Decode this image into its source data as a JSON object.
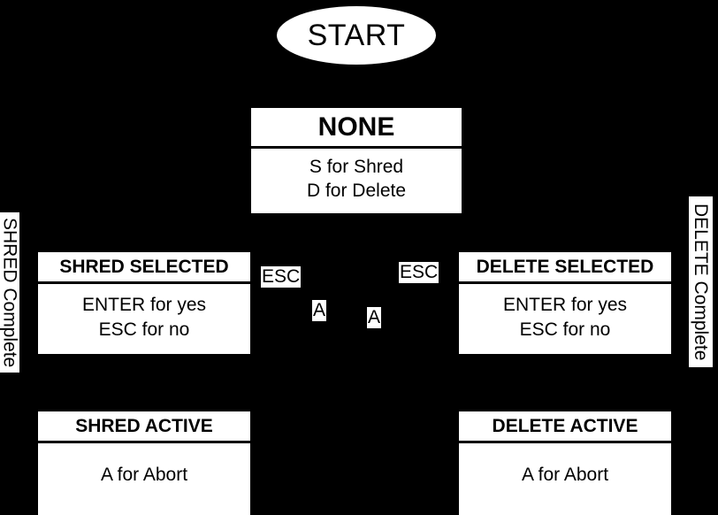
{
  "diagram": {
    "type": "state-machine",
    "background_color": "#000000",
    "node_color": "#ffffff",
    "text_color": "#000000",
    "start_node": {
      "label": "START",
      "shape": "ellipse"
    },
    "states": [
      {
        "id": "none",
        "title": "NONE",
        "lines": [
          "S for Shred",
          "D for Delete"
        ]
      },
      {
        "id": "shred-selected",
        "title": "SHRED SELECTED",
        "lines": [
          "ENTER for yes",
          "ESC for no"
        ]
      },
      {
        "id": "delete-selected",
        "title": "DELETE SELECTED",
        "lines": [
          "ENTER for yes",
          "ESC for no"
        ]
      },
      {
        "id": "shred-active",
        "title": "SHRED ACTIVE",
        "lines": [
          "A for Abort"
        ]
      },
      {
        "id": "delete-active",
        "title": "DELETE ACTIVE",
        "lines": [
          "A for Abort"
        ]
      }
    ],
    "edge_labels": [
      {
        "id": "esc-left",
        "text": "ESC"
      },
      {
        "id": "esc-right",
        "text": "ESC"
      },
      {
        "id": "abort-left",
        "text": "A"
      },
      {
        "id": "abort-right",
        "text": "A"
      }
    ],
    "edge_annotations": [
      {
        "id": "shred-complete",
        "text": "SHRED Complete",
        "orientation": "vertical"
      },
      {
        "id": "delete-complete",
        "text": "DELETE Complete",
        "orientation": "vertical"
      }
    ]
  }
}
